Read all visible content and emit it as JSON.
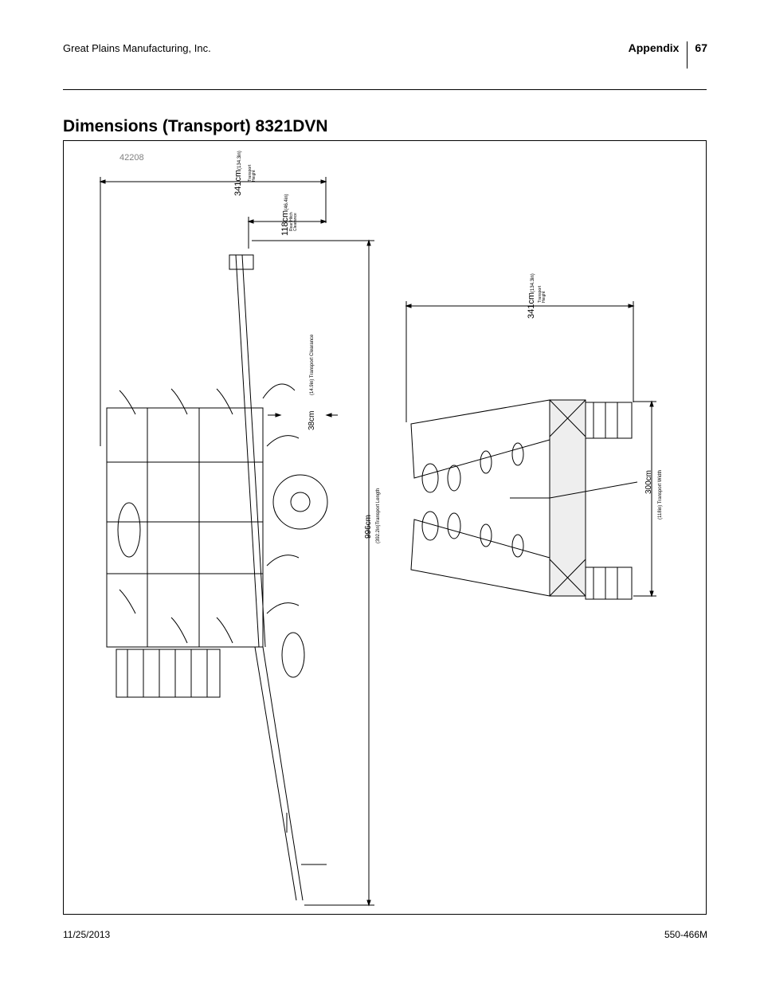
{
  "header": {
    "company": "Great Plains Manufacturing, Inc.",
    "section": "Appendix",
    "page_number": "67"
  },
  "page_title": "Dimensions (Transport) 8321DVN",
  "figure": {
    "figure_id": "42208",
    "side_view": {
      "height_value": "341cm",
      "height_imperial": "(134.3in)",
      "height_caption_line1": "Transport",
      "height_caption_line2": "Height",
      "hitch_value": "118cm",
      "hitch_imperial": "(46.4in)",
      "hitch_caption_line1": "Rear Hitch",
      "hitch_caption_line2": "Clearance",
      "clearance_value": "38cm",
      "clearance_imperial": "(14.9in)",
      "clearance_caption": "Transport Clearance",
      "length_value": "996cm",
      "length_imperial": "(392.2in)",
      "length_caption": "Transport Length"
    },
    "rear_view": {
      "height_value": "341cm",
      "height_imperial": "(134.3in)",
      "height_caption_line1": "Transport",
      "height_caption_line2": "Height",
      "width_value": "300cm",
      "width_imperial": "(118in)",
      "width_caption": "Transport Width"
    }
  },
  "footer": {
    "date": "11/25/2013",
    "doc_number": "550-466M"
  }
}
